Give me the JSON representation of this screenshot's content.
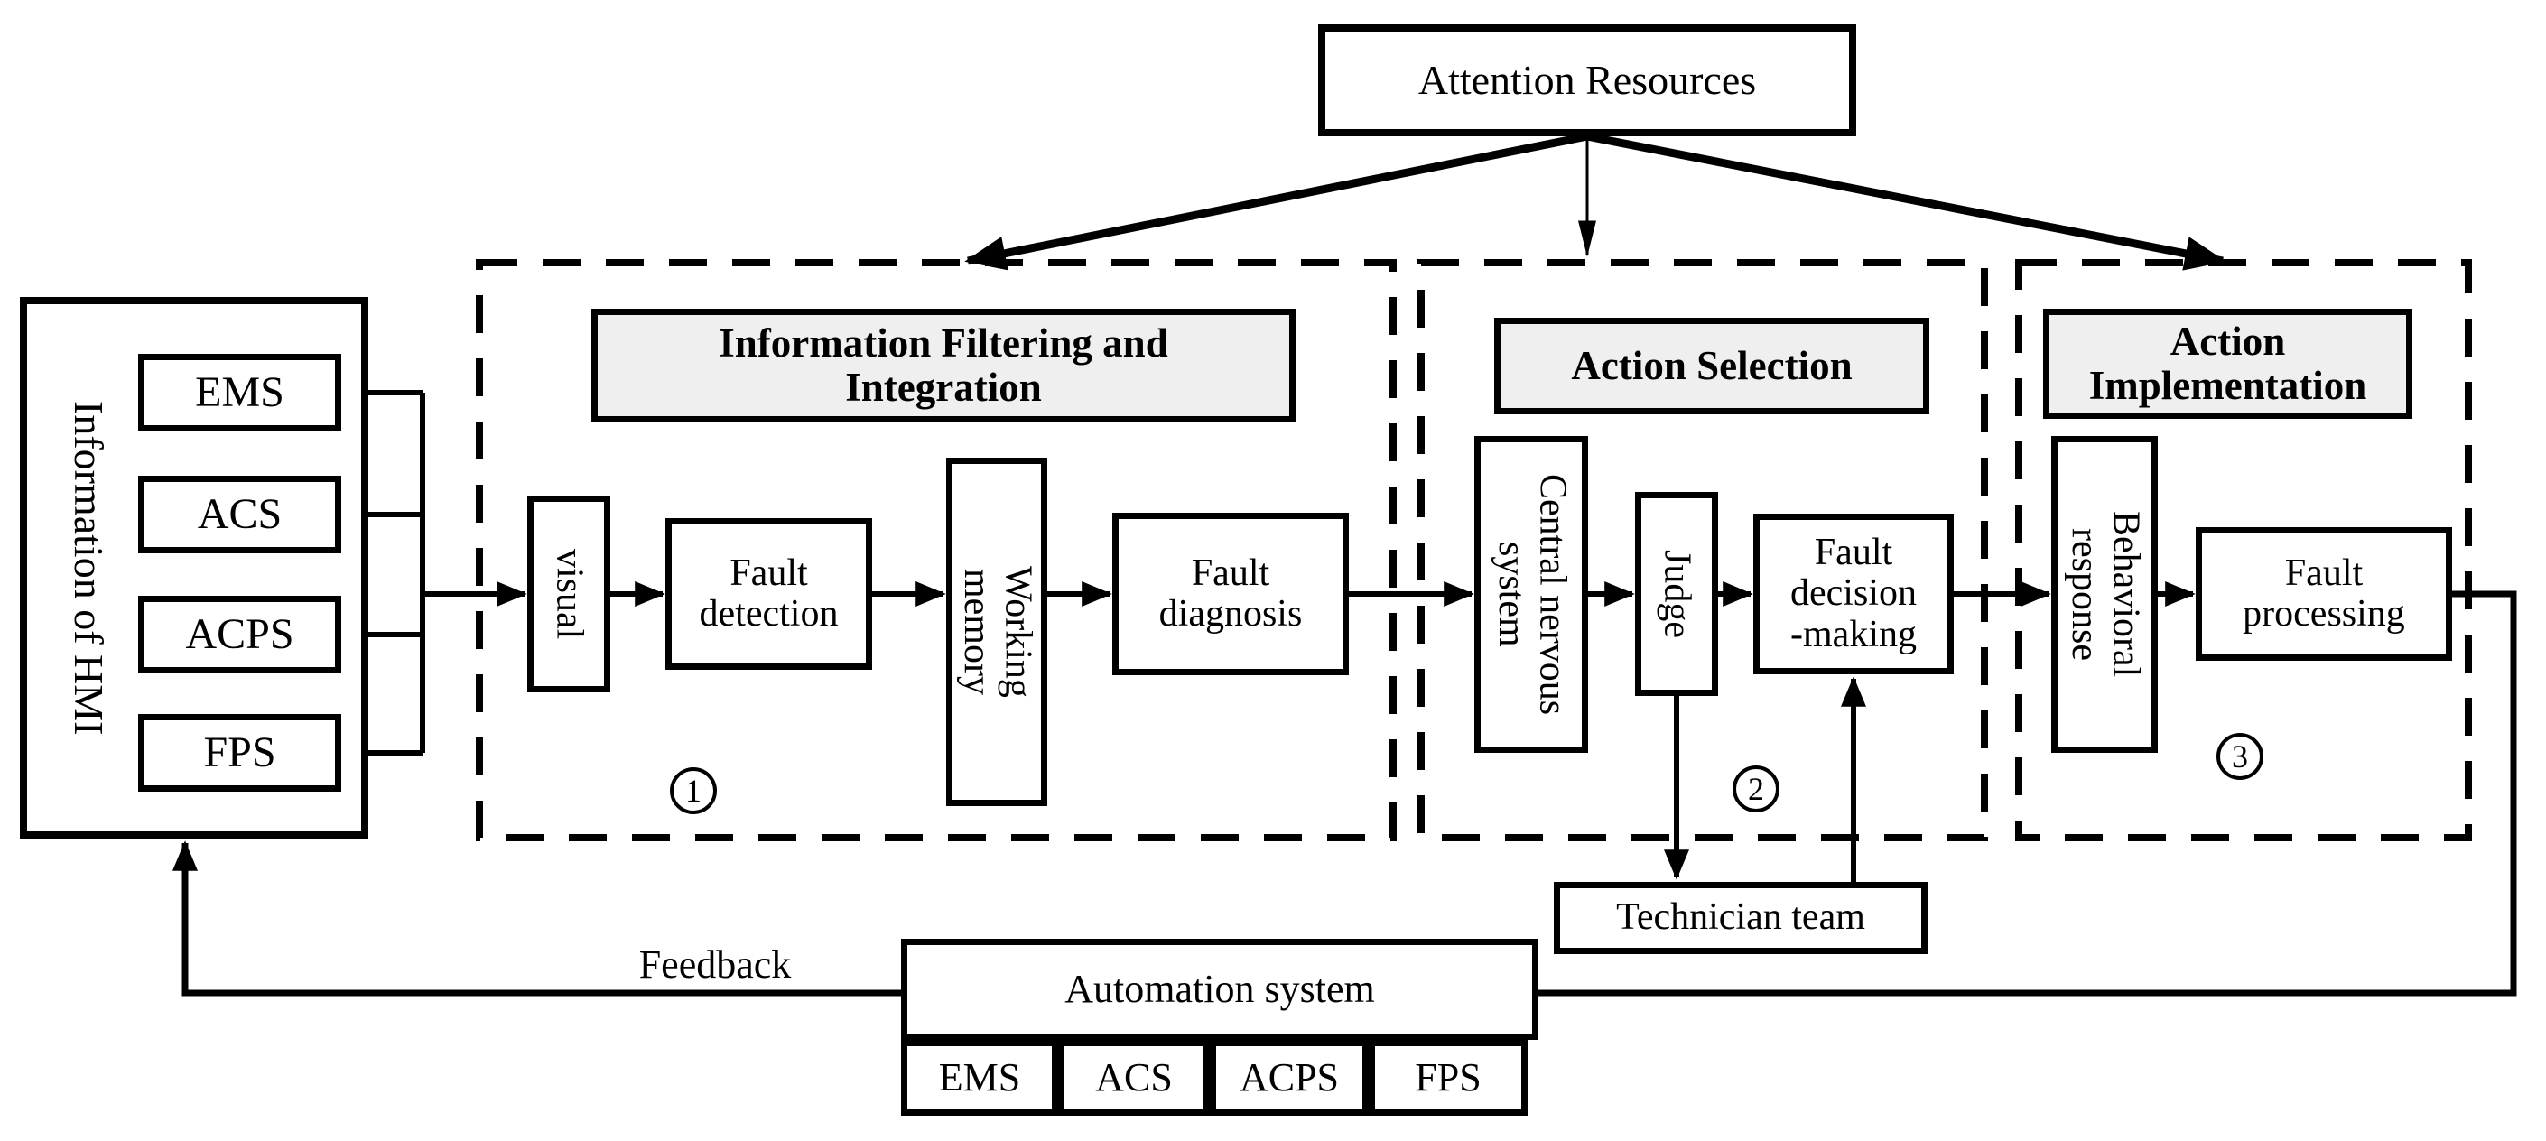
{
  "colors": {
    "background": "#ffffff",
    "stroke": "#000000",
    "header_fill": "#efefef"
  },
  "attention": {
    "label": "Attention Resources"
  },
  "hmi": {
    "label": "Information of HMI",
    "systems": [
      "EMS",
      "ACS",
      "ACPS",
      "FPS"
    ]
  },
  "sections": [
    {
      "number": "1",
      "header": "Information Filtering and\nIntegration"
    },
    {
      "number": "2",
      "header": "Action Selection"
    },
    {
      "number": "3",
      "header": "Action\nImplementation"
    }
  ],
  "nodes": {
    "visual": "visual",
    "fault_detection": "Fault\ndetection",
    "working_memory": "Working\nmemory",
    "fault_diagnosis": "Fault\ndiagnosis",
    "central_nervous_system": "Central nervous\nsystem",
    "judge": "Judge",
    "fault_decision_making": "Fault\ndecision\n-making",
    "behavioral_response": "Behavioral\nresponse",
    "fault_processing": "Fault\nprocessing",
    "technician_team": "Technician team",
    "automation_system": "Automation system"
  },
  "automation": {
    "subsystems": [
      "EMS",
      "ACS",
      "ACPS",
      "FPS"
    ]
  },
  "feedback": {
    "label": "Feedback"
  }
}
